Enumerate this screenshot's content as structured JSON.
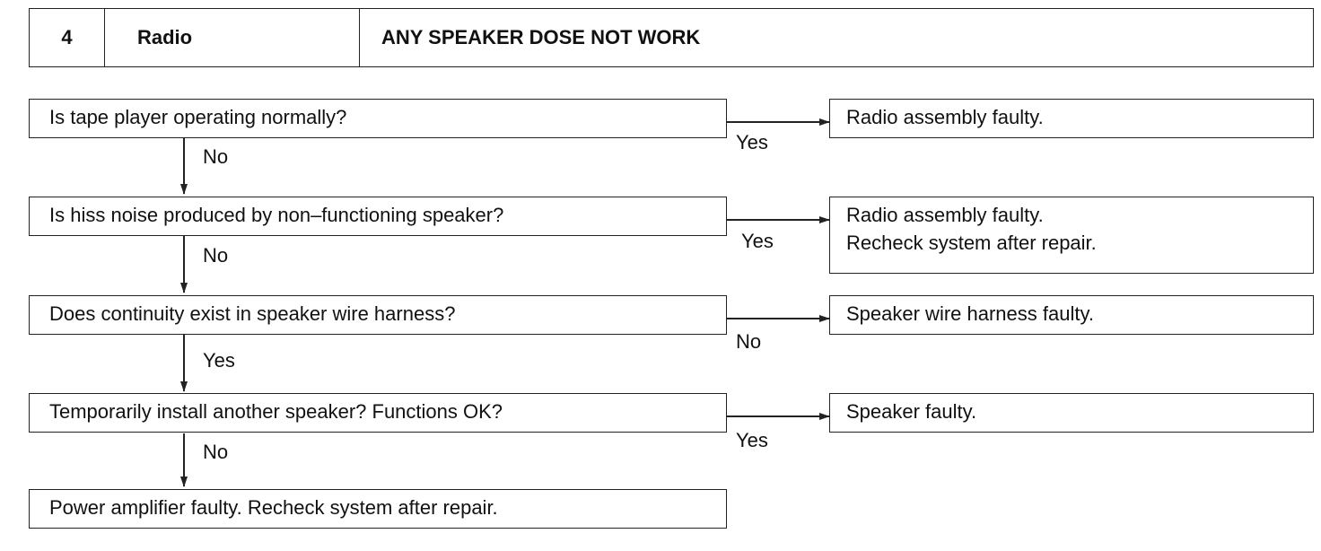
{
  "header": {
    "number": "4",
    "system": "Radio",
    "symptom": "ANY SPEAKER DOSE NOT WORK"
  },
  "steps": [
    {
      "question": "Is tape player operating normally?",
      "branch_label": "Yes",
      "result_lines": [
        "Radio assembly faulty."
      ],
      "down_label": "No"
    },
    {
      "question": "Is hiss noise produced by non–functioning speaker?",
      "branch_label": "Yes",
      "result_lines": [
        "Radio assembly faulty.",
        "Recheck system after repair."
      ],
      "down_label": "No"
    },
    {
      "question": "Does continuity exist in speaker wire harness?",
      "branch_label": "No",
      "result_lines": [
        "Speaker wire harness faulty."
      ],
      "down_label": "Yes"
    },
    {
      "question": "Temporarily install another speaker? Functions OK?",
      "branch_label": "Yes",
      "result_lines": [
        "Speaker faulty."
      ],
      "down_label": "No"
    }
  ],
  "final": {
    "text": "Power amplifier faulty. Recheck system after repair."
  }
}
